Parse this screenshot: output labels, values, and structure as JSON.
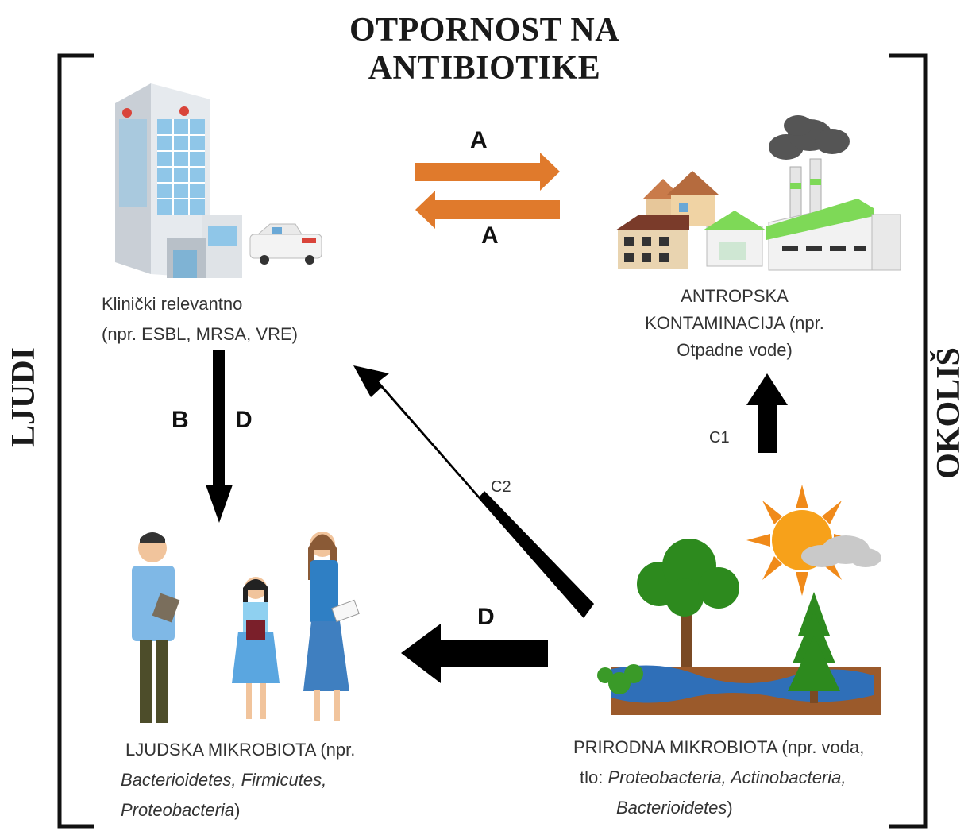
{
  "title_line1": "OTPORNOST NA",
  "title_line2": "ANTIBIOTIKE",
  "left_side_label": "LJUDI",
  "right_side_label": "OKOLIŠ",
  "nodes": {
    "clinical": {
      "line1": "Klinički relevantno",
      "line2": "(npr. ESBL, MRSA, VRE)"
    },
    "anthropogenic": {
      "line1": "ANTROPSKA",
      "line2": "KONTAMINACIJA (npr.",
      "line3": "Otpadne vode)"
    },
    "human": {
      "line1": "LJUDSKA MIKROBIOTA (npr.",
      "line2": "Bacterioidetes, Firmicutes,",
      "line3": "Proteobacteria",
      "line3_suffix": ")"
    },
    "natural": {
      "line1": "PRIRODNA MIKROBIOTA (npr. voda,",
      "line2_prefix": "tlo: ",
      "line2": "Proteobacteria, Actinobacteria,",
      "line3": "Bacterioidetes",
      "line3_suffix": ")"
    }
  },
  "arrows": {
    "a_top": "A",
    "a_bottom": "A",
    "b": "B",
    "d_vertical": "D",
    "c1": "C1",
    "c2": "C2",
    "d_horizontal": "D"
  },
  "colors": {
    "orange_arrow": "#e07a2c",
    "black_arrow": "#000000"
  }
}
